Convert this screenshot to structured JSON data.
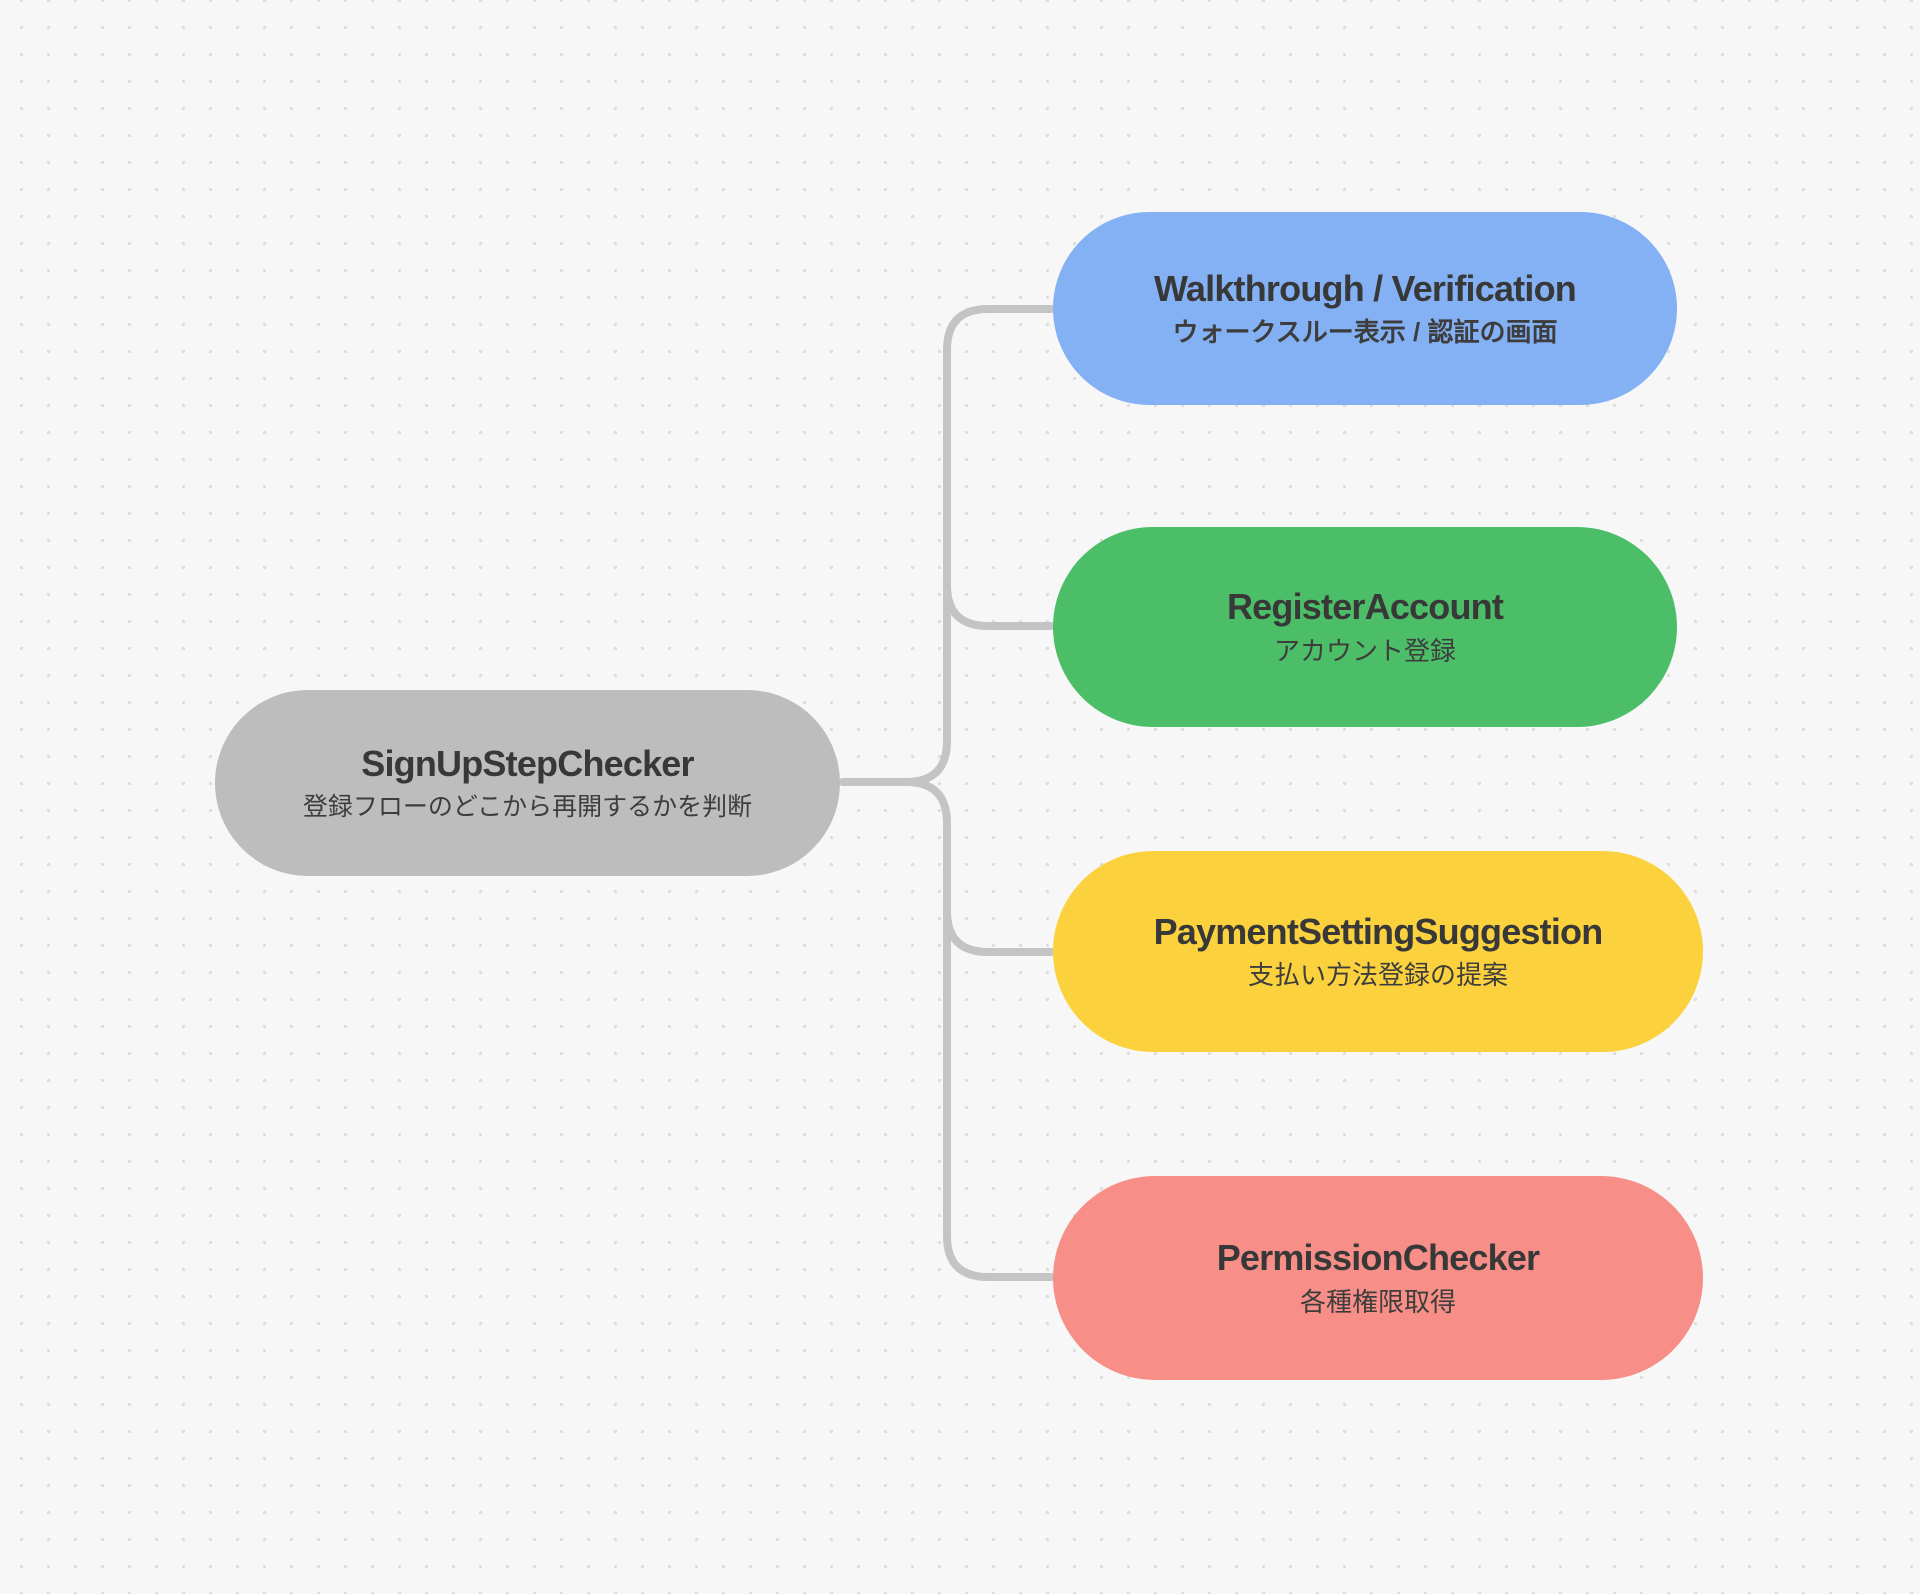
{
  "canvas": {
    "background_color": "#f7f7f8",
    "dot_color": "#dcdcdd"
  },
  "connectors": {
    "color": "#c4c4c4"
  },
  "nodes": {
    "root": {
      "title": "SignUpStepChecker",
      "subtitle": "登録フローのどこから再開するかを判断",
      "color": "#bdbdbd",
      "text_color": "#383838"
    },
    "walkthrough": {
      "title": "Walkthrough / Verification",
      "subtitle": "ウォークスルー表示 / 認証の画面",
      "color": "#84b0f4",
      "text_color": "#383838"
    },
    "register": {
      "title": "RegisterAccount",
      "subtitle": "アカウント登録",
      "color": "#4cbe68",
      "text_color": "#383838"
    },
    "payment": {
      "title": "PaymentSettingSuggestion",
      "subtitle": "支払い方法登録の提案",
      "color": "#fbd23e",
      "text_color": "#383838"
    },
    "permission": {
      "title": "PermissionChecker",
      "subtitle": "各種権限取得",
      "color": "#f78f88",
      "text_color": "#383838"
    }
  }
}
